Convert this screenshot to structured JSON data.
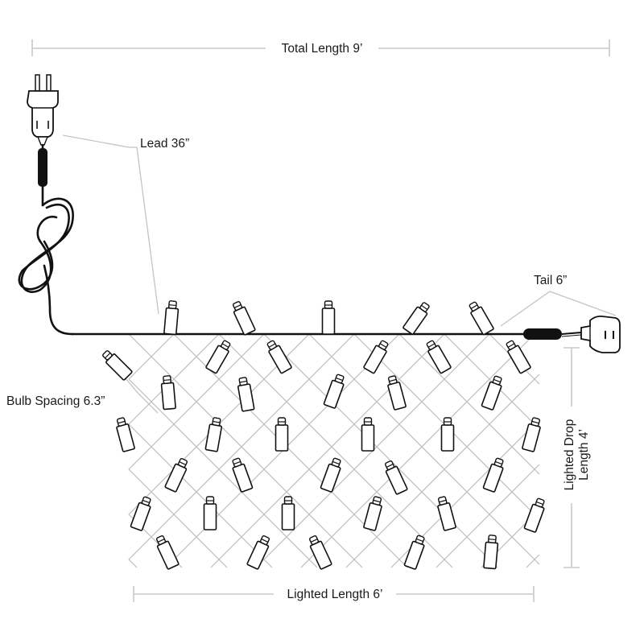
{
  "labels": {
    "total_length": "Total Length 9’",
    "lead": "Lead 36”",
    "tail": "Tail 6”",
    "bulb_spacing": "Bulb Spacing 6.3”",
    "lighted_length": "Lighted Length 6’",
    "lighted_drop_line1": "Lighted Drop",
    "lighted_drop_line2": "Length 4’"
  }
}
